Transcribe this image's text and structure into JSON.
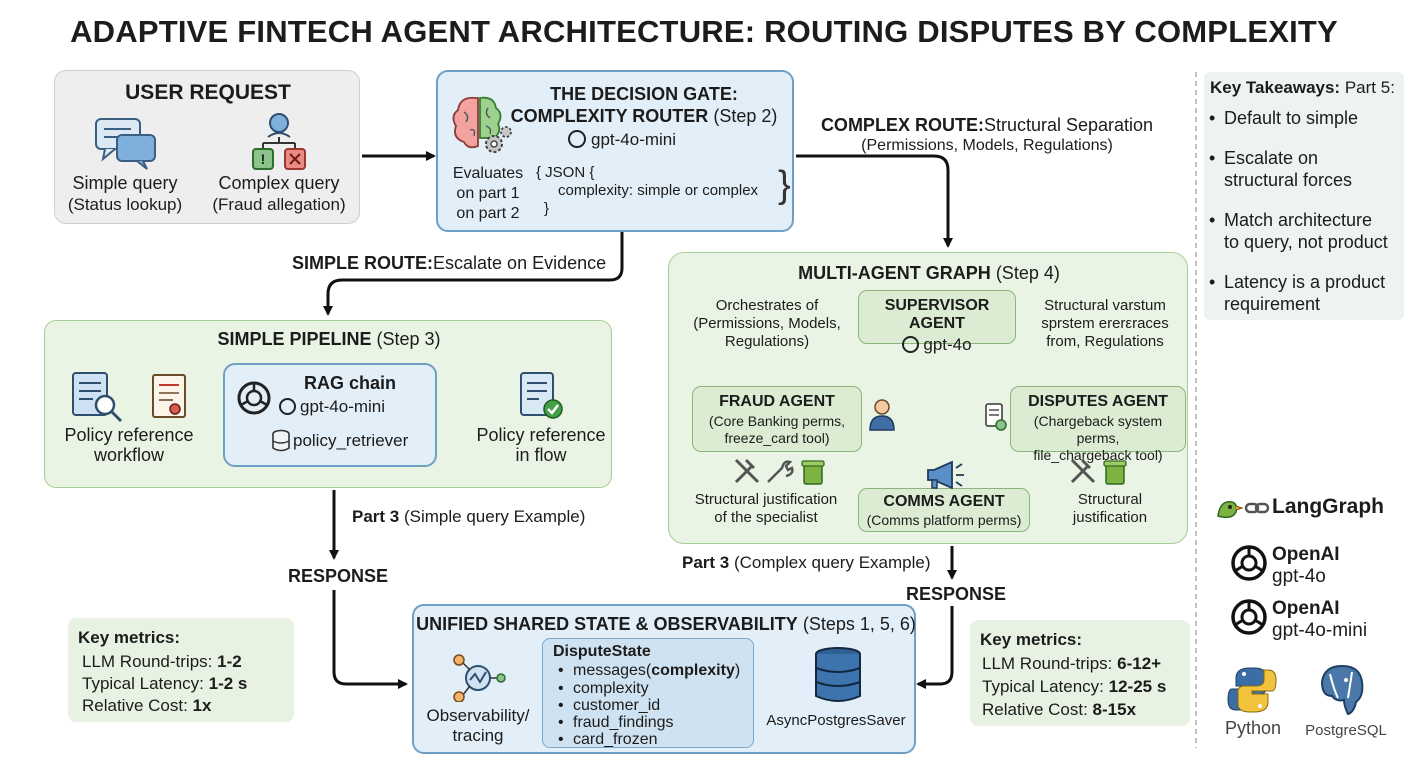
{
  "title": "ADAPTIVE FINTECH AGENT ARCHITECTURE: ROUTING DISPUTES BY COMPLEXITY",
  "user_request": {
    "title": "USER REQUEST",
    "simple_label": "Simple query",
    "simple_sub": "(Status lookup)",
    "complex_label": "Complex query",
    "complex_sub": "(Fraud allegation)"
  },
  "gate": {
    "title_line1": "THE DECISION GATE:",
    "title_line2": "COMPLEXITY ROUTER",
    "step": "(Step 2)",
    "model": "gpt-4o-mini",
    "eval_line1": "Evaluates",
    "eval_line2": "on part 1",
    "eval_line3": "on part 2",
    "json_open": "{ JSON {",
    "json_body": "complexity: simple or complex",
    "json_close": "}"
  },
  "routes": {
    "complex_bold": "COMPLEX ROUTE:",
    "complex_rest": "Structural Separation",
    "complex_sub": "(Permissions, Models, Regulations)",
    "simple_bold": "SIMPLE ROUTE:",
    "simple_rest": "Escalate on Evidence"
  },
  "simple_pipeline": {
    "title": "SIMPLE PIPELINE",
    "step": "(Step 3)",
    "left_line1": "Policy reference",
    "left_line2": "workflow",
    "rag_title": "RAG chain",
    "rag_model": "gpt-4o-mini",
    "retriever": "policy_retriever",
    "right_line1": "Policy reference",
    "right_line2": "in flow"
  },
  "multi_agent": {
    "title": "MULTI-AGENT GRAPH",
    "step": "(Step 4)",
    "orch_line1": "Orchestrates of",
    "orch_line2": "(Permissions, Models,",
    "orch_line3": "Regulations)",
    "right_note_line1": "Structural varstum",
    "right_note_line2": "sprstem ererεraces",
    "right_note_line3": "from, Regulations",
    "supervisor_title": "SUPERVISOR AGENT",
    "supervisor_model": "gpt-4o",
    "fraud_title": "FRAUD AGENT",
    "fraud_line1": "(Core Banking perms,",
    "fraud_line2": "freeze_card tool)",
    "disputes_title": "DISPUTES AGENT",
    "disputes_line1": "(Chargeback system perms,",
    "disputes_line2": "file_chargeback tool)",
    "comms_title": "COMMS AGENT",
    "comms_line1": "(Comms platform perms)",
    "spec_line1": "Structural justification",
    "spec_line2": "of the specialist",
    "just_line1": "Structural",
    "just_line2": "justification"
  },
  "examples": {
    "simple_bold": "Part 3",
    "simple_rest": "(Simple query Example)",
    "complex_bold": "Part 3",
    "complex_rest": "(Complex query Example)",
    "response_left": "RESPONSE",
    "response_right": "RESPONSE"
  },
  "unified": {
    "title": "UNIFIED SHARED STATE & OBSERVABILITY",
    "steps": "(Steps 1, 5, 6)",
    "obs_line1": "Observability/",
    "obs_line2": "tracing",
    "state_title": "DisputeState",
    "state_first_pre": "messages(",
    "state_first_bold": "complexity",
    "state_first_post": ")",
    "state_items": [
      "complexity",
      "customer_id",
      "fraud_findings",
      "card_frozen"
    ],
    "saver": "AsyncPostgresSaver"
  },
  "metrics_left": {
    "title": "Key metrics:",
    "l1": "LLM Round-trips: ",
    "v1": "1-2",
    "l2": "Typical Latency: ",
    "v2": "1-2 s",
    "l3": "Relative Cost: ",
    "v3": "1x"
  },
  "metrics_right": {
    "title": "Key metrics:",
    "l1": "LLM Round-trips: ",
    "v1": "6-12+",
    "l2": "Typical Latency: ",
    "v2": "12-25 s",
    "l3": "Relative Cost: ",
    "v3": "8-15x"
  },
  "takeaways": {
    "title": "Key Takeaways:",
    "part": "Part 5:",
    "item1": "Default to simple",
    "item2_line1": "Escalate on",
    "item2_line2": "structural forces",
    "item3_line1": "Match architecture",
    "item3_line2": "to query, not product",
    "item4_line1": "Latency is a product",
    "item4_line2": "requirement"
  },
  "logos": {
    "langgraph": "LangGraph",
    "openai1_name": "OpenAI",
    "openai1_model": "gpt-4o",
    "openai2_name": "OpenAI",
    "openai2_model": "gpt-4o-mini",
    "python": "Python",
    "postgres": "PostgreSQL"
  },
  "colors": {
    "gate_border": "#6f9fc4",
    "green_border": "#a9cf98",
    "arrow": "#111111"
  }
}
